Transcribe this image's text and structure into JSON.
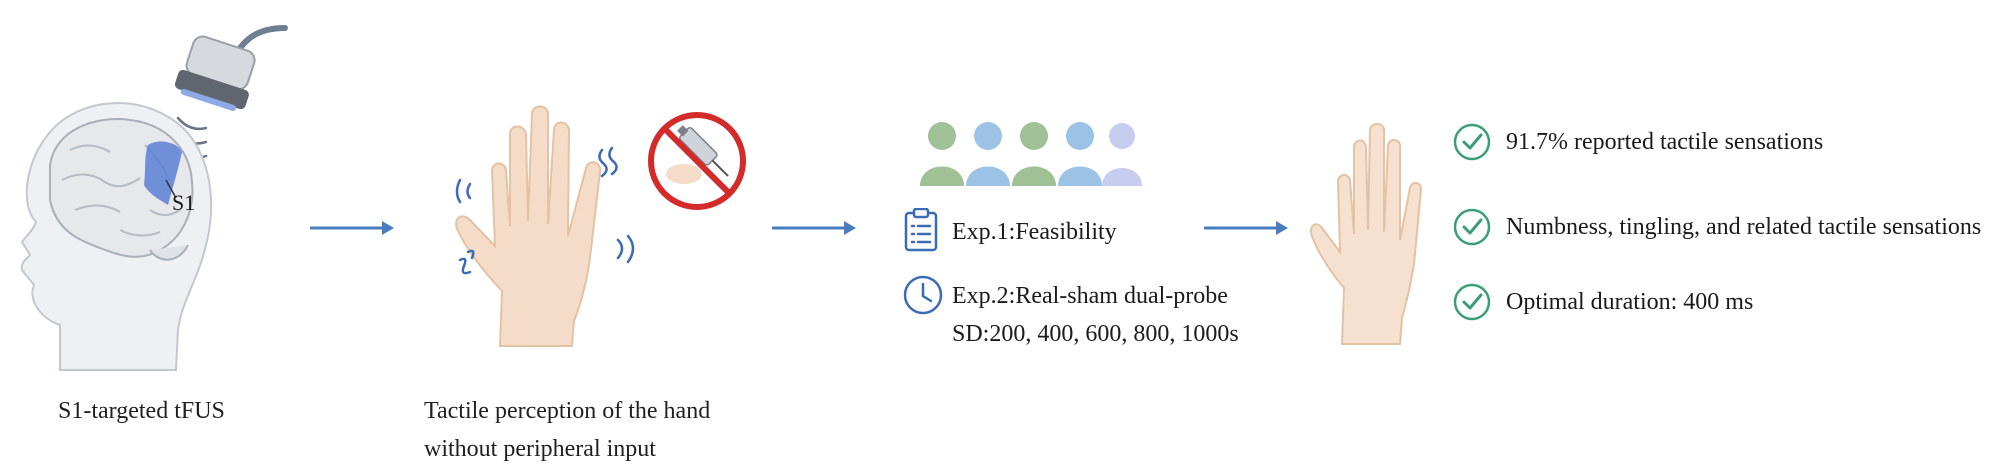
{
  "panel1": {
    "region_label": "S1",
    "caption": "S1-targeted tFUS"
  },
  "panel2": {
    "caption_line1": "Tactile perception of the hand",
    "caption_line2": "without peripheral input"
  },
  "panel3": {
    "exp1": "Exp.1:Feasibility",
    "exp2_line1": "Exp.2:Real-sham dual-probe",
    "exp2_line2": "SD:200, 400, 600, 800, 1000s"
  },
  "panel4": {
    "results": [
      "91.7% reported tactile sensations",
      "Numbness, tingling, and related tactile sensations",
      "Optimal duration: 400 ms"
    ]
  },
  "colors": {
    "arrow": "#4a7cc0",
    "check": "#3a9e78",
    "brain_highlight": "#5b7fd6",
    "prohibit": "#d42a2a"
  }
}
